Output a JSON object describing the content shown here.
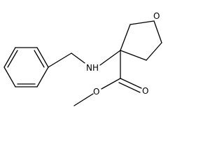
{
  "structure": {
    "atom_labels": {
      "ring_oxygen": "O",
      "amine": "NH",
      "carbonyl_oxygen": "O",
      "ester_oxygen": "O"
    },
    "colors": {
      "bond": "#000000",
      "label": "#000000",
      "background": "#ffffff"
    }
  }
}
